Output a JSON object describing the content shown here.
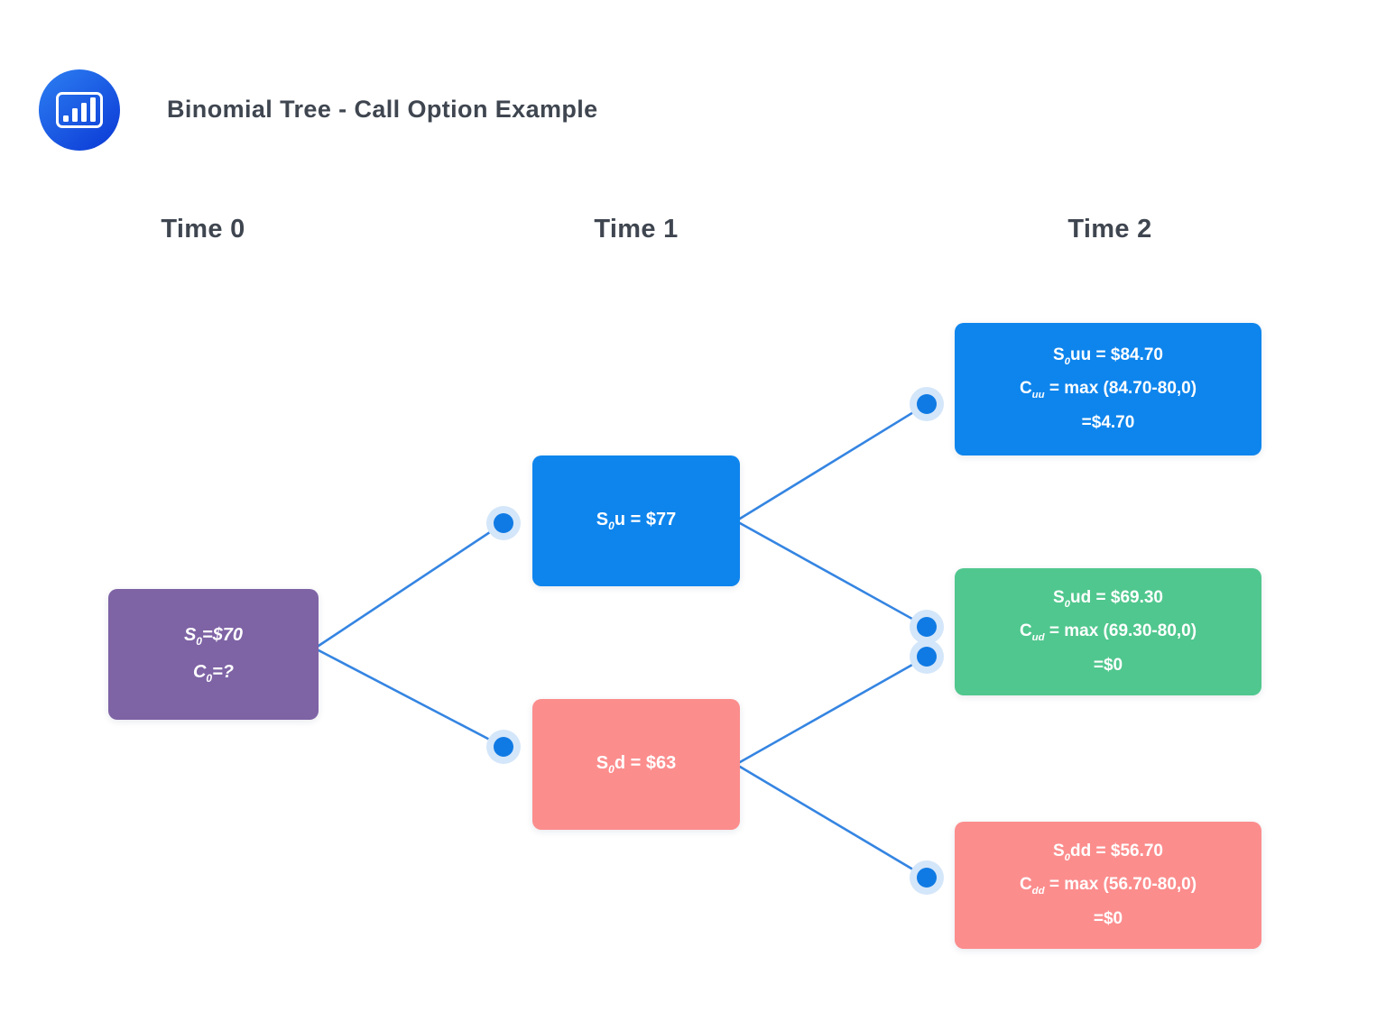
{
  "header": {
    "title": "Binomial Tree - Call Option Example",
    "logo_icon": "bar-chart-icon"
  },
  "columns": {
    "time0": "Time 0",
    "time1": "Time 1",
    "time2": "Time 2"
  },
  "colors": {
    "node_purple": "#7E63A5",
    "node_blue": "#0E85ED",
    "node_pink": "#FC8D8D",
    "node_green": "#50C78E",
    "edge_blue": "#3585E2",
    "dot_blue": "#0F7AE4",
    "dot_halo": "#D4E6F9",
    "heading_text": "#3F4650",
    "node_text": "#FFFFFF",
    "logo_gradient_start": "#2B7CF1",
    "logo_gradient_end": "#0C3BD6"
  },
  "tree": {
    "s0": {
      "s_base": "S",
      "s_sub": "0",
      "s_rest": "=$70",
      "c_base": "C",
      "c_sub": "0",
      "c_rest": "=?"
    },
    "u": {
      "s_base": "S",
      "s_sub": "0",
      "s_rest": "u = $77"
    },
    "d": {
      "s_base": "S",
      "s_sub": "0",
      "s_rest": "d = $63"
    },
    "uu": {
      "s_base": "S",
      "s_sub": "0",
      "s_rest": "uu = $84.70",
      "c_base": "C",
      "c_sub": "uu",
      "c_rest": " = max (84.70-80,0)",
      "result": "=$4.70"
    },
    "ud": {
      "s_base": "S",
      "s_sub": "0",
      "s_rest": "ud = $69.30",
      "c_base": "C",
      "c_sub": "ud",
      "c_rest": " = max (69.30-80,0)",
      "result": "=$0"
    },
    "dd": {
      "s_base": "S",
      "s_sub": "0",
      "s_rest": "dd = $56.70",
      "c_base": "C",
      "c_sub": "dd",
      "c_rest": " = max (56.70-80,0)",
      "result": "=$0"
    }
  }
}
